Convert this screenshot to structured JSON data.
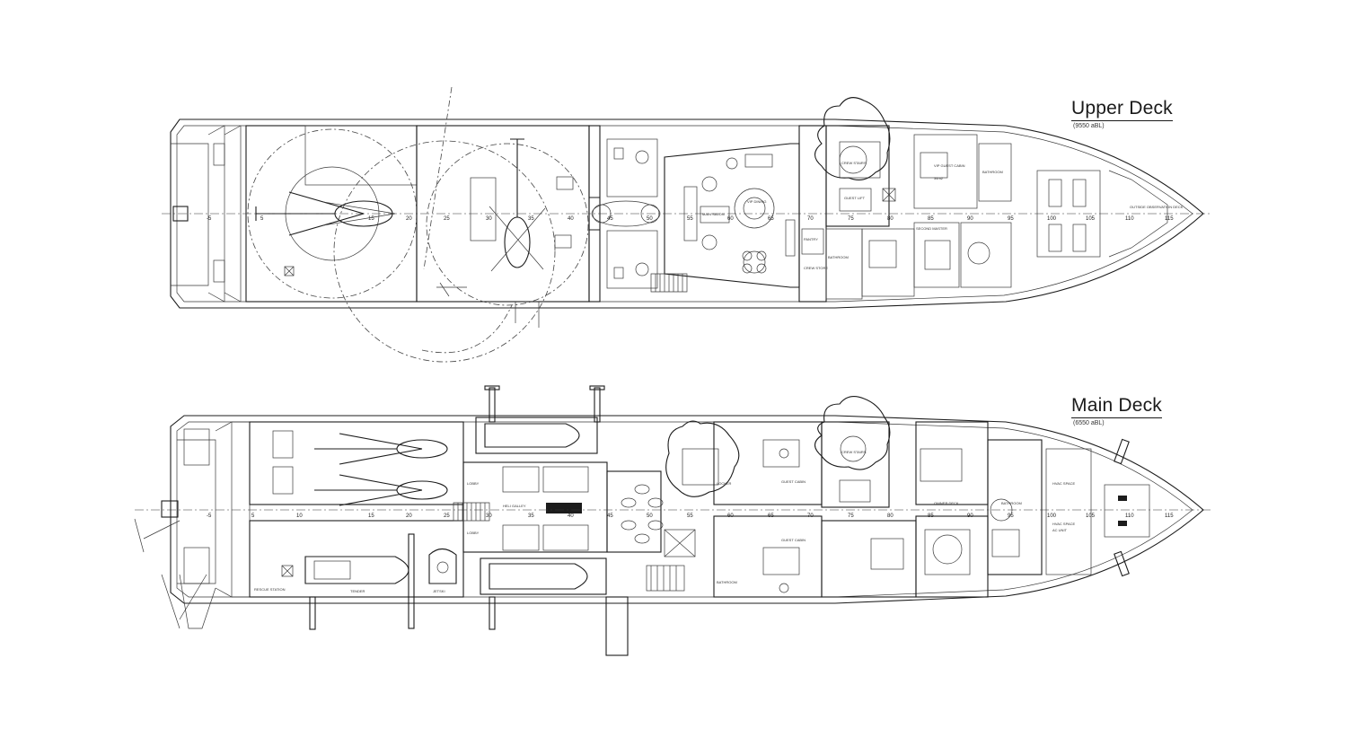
{
  "decks": [
    {
      "id": "upper",
      "title": "Upper Deck",
      "elevation": "(9550 aBL)",
      "frames": [
        "-5",
        "5",
        "15",
        "20",
        "25",
        "30",
        "35",
        "40",
        "45",
        "50",
        "55",
        "60",
        "65",
        "70",
        "75",
        "80",
        "85",
        "90",
        "95",
        "100",
        "105",
        "110",
        "115"
      ],
      "rooms": {
        "main_salon": "MAIN SALON",
        "vip_dining": "VIP DINING",
        "crew_stairs": "CREW STAIRS",
        "guest_lift": "GUEST LIFT",
        "pantry": "PANTRY",
        "crew_store": "CREW STORE",
        "bathroom": "BATHROOM",
        "second_master": "SECOND MASTER",
        "vip_cabin": "VIP GUEST CABIN",
        "vip_area": "34m2",
        "bathroom2": "BATHROOM",
        "outside": "OUTSIDE OBSERVATION DECK"
      }
    },
    {
      "id": "main",
      "title": "Main Deck",
      "elevation": "(6550 aBL)",
      "frames": [
        "-5",
        "5",
        "10",
        "15",
        "20",
        "25",
        "30",
        "35",
        "40",
        "45",
        "50",
        "55",
        "60",
        "65",
        "70",
        "75",
        "80",
        "85",
        "90",
        "95",
        "100",
        "105",
        "110",
        "115"
      ],
      "rooms": {
        "lobby": "LOBBY",
        "lobby2": "LOBBY",
        "galley": "HELI GALLEY",
        "locker": "LOCKER",
        "bathroom": "BATHROOM",
        "guest_cabin": "GUEST CABIN",
        "guest_cabin2": "GUEST CABIN",
        "owner": "OWNER DECK",
        "bathroom2": "BATHROOM",
        "hvac": "HVAC SPACE",
        "hvac2": "HVAC SPACE",
        "ac_unit": "AC UNIT",
        "rescue": "RESCUE STATION",
        "tender": "TENDER",
        "jetski": "JETSKI",
        "crew_stairs": "CREW STAIRS"
      }
    }
  ]
}
